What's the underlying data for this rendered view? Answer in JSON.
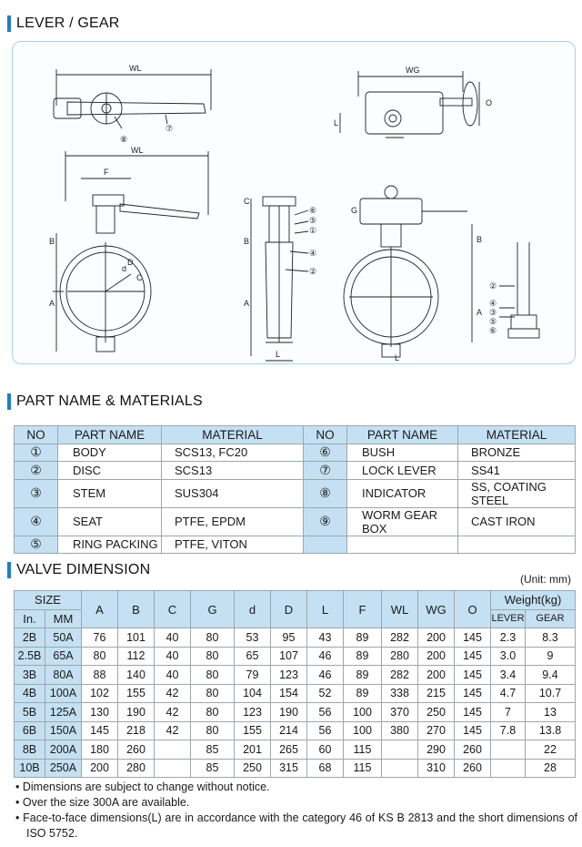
{
  "sections": {
    "lever_gear": "LEVER / GEAR",
    "parts": "PART NAME & MATERIALS",
    "dimension": "VALVE DIMENSION"
  },
  "diagram": {
    "labels": [
      "WL",
      "WL",
      "F",
      "WG",
      "O",
      "L",
      "B",
      "A",
      "C",
      "d",
      "D",
      "G",
      "C",
      "B",
      "A",
      "L",
      "B",
      "A",
      "L"
    ],
    "callouts": [
      "①",
      "②",
      "③",
      "④",
      "⑤",
      "⑥",
      "⑦",
      "⑧"
    ]
  },
  "parts_table": {
    "headers": [
      "NO",
      "PART NAME",
      "MATERIAL",
      "NO",
      "PART NAME",
      "MATERIAL"
    ],
    "left": [
      {
        "no": "①",
        "name": "BODY",
        "material": "SCS13, FC20"
      },
      {
        "no": "②",
        "name": "DISC",
        "material": "SCS13"
      },
      {
        "no": "③",
        "name": "STEM",
        "material": "SUS304"
      },
      {
        "no": "④",
        "name": "SEAT",
        "material": "PTFE, EPDM"
      },
      {
        "no": "⑤",
        "name": "RING PACKING",
        "material": "PTFE, VITON"
      }
    ],
    "right": [
      {
        "no": "⑥",
        "name": "BUSH",
        "material": "BRONZE"
      },
      {
        "no": "⑦",
        "name": "LOCK LEVER",
        "material": "SS41"
      },
      {
        "no": "⑧",
        "name": "INDICATOR",
        "material": "SS, COATING STEEL"
      },
      {
        "no": "⑨",
        "name": "WORM GEAR BOX",
        "material": "CAST IRON"
      },
      {
        "no": "",
        "name": "",
        "material": ""
      }
    ]
  },
  "dimension_table": {
    "unit": "(Unit: mm)",
    "size_header": "SIZE",
    "inch_header": "In.",
    "mm_header": "MM",
    "columns": [
      "A",
      "B",
      "C",
      "G",
      "d",
      "D",
      "L",
      "F",
      "WL",
      "WG",
      "O"
    ],
    "weight_header": "Weight(kg)",
    "lever_header": "LEVER",
    "gear_header": "GEAR",
    "rows": [
      [
        "2B",
        "50A",
        "76",
        "101",
        "40",
        "80",
        "53",
        "95",
        "43",
        "89",
        "282",
        "200",
        "145",
        "2.3",
        "8.3"
      ],
      [
        "2.5B",
        "65A",
        "80",
        "112",
        "40",
        "80",
        "65",
        "107",
        "46",
        "89",
        "280",
        "200",
        "145",
        "3.0",
        "9"
      ],
      [
        "3B",
        "80A",
        "88",
        "140",
        "40",
        "80",
        "79",
        "123",
        "46",
        "89",
        "282",
        "200",
        "145",
        "3.4",
        "9.4"
      ],
      [
        "4B",
        "100A",
        "102",
        "155",
        "42",
        "80",
        "104",
        "154",
        "52",
        "89",
        "338",
        "215",
        "145",
        "4.7",
        "10.7"
      ],
      [
        "5B",
        "125A",
        "130",
        "190",
        "42",
        "80",
        "123",
        "190",
        "56",
        "100",
        "370",
        "250",
        "145",
        "7",
        "13"
      ],
      [
        "6B",
        "150A",
        "145",
        "218",
        "42",
        "80",
        "155",
        "214",
        "56",
        "100",
        "380",
        "270",
        "145",
        "7.8",
        "13.8"
      ],
      [
        "8B",
        "200A",
        "180",
        "260",
        "",
        "85",
        "201",
        "265",
        "60",
        "115",
        "",
        "290",
        "260",
        "",
        "22"
      ],
      [
        "10B",
        "250A",
        "200",
        "280",
        "",
        "85",
        "250",
        "315",
        "68",
        "115",
        "",
        "310",
        "260",
        "",
        "28"
      ]
    ]
  },
  "notes": [
    "• Dimensions are subject to change without notice.",
    "• Over the size 300A are available.",
    "• Face-to-face dimensions(L) are in accordance with the category 46 of KS B 2813 and the short dimensions of ISO 5752."
  ]
}
